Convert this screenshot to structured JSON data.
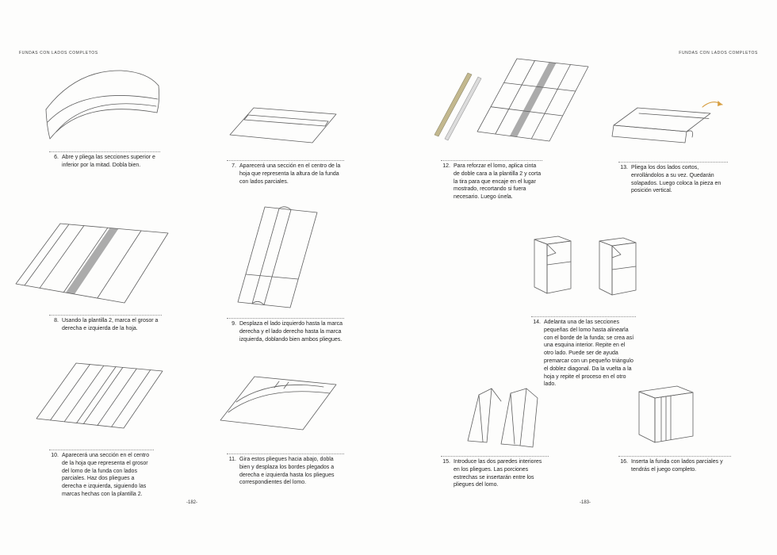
{
  "document": {
    "header_left": "FUNDAS CON LADOS COMPLETOS",
    "header_right": "FUNDAS CON LADOS COMPLETOS",
    "page_number_left": "-182-",
    "page_number_right": "-183-"
  },
  "colors": {
    "line": "#5f5f5f",
    "spine_strip_gray": "#ababab",
    "tape_strip_tan": "#c3b88e",
    "arrow_orange": "#d79f43"
  },
  "steps": [
    {
      "num": "6.",
      "text": "Abre y pliega las secciones superior e inferior por la mitad. Dobla bien."
    },
    {
      "num": "7.",
      "text": "Aparecerá una sección en el centro de la hoja que representa la altura de la funda con lados parciales."
    },
    {
      "num": "8.",
      "text": "Usando la plantilla 2, marca el grosor a derecha e izquierda de la hoja."
    },
    {
      "num": "9.",
      "text": "Desplaza el lado izquierdo hasta la marca derecha y el lado derecho hasta la marca izquierda, doblando bien ambos pliegues."
    },
    {
      "num": "10.",
      "text": "Aparecerá una sección en el centro de la hoja que representa el grosor del lomo de la funda con lados parciales. Haz dos pliegues a derecha e izquierda, siguiendo las marcas hechas con la plantilla 2."
    },
    {
      "num": "11.",
      "text": "Gira estos pliegues hacia abajo, dobla bien y desplaza los bordes plegados a derecha e izquierda hasta los pliegues correspondientes del lomo."
    },
    {
      "num": "12.",
      "text": "Para reforzar el lomo, aplica cinta de doble cara a la plantilla 2 y corta la tira para que encaje en el lugar mostrado, recortando si fuera necesario. Luego únela."
    },
    {
      "num": "13.",
      "text": "Pliega los dos lados cortos, enrollándolos a su vez. Quedarán solapados. Luego coloca la pieza en posición vertical."
    },
    {
      "num": "14.",
      "text": "Adelanta una de las secciones pequeñas del lomo hasta alinearla con el borde de la funda; se crea así una esquina interior. Repite en el otro lado. Puede ser de ayuda premarcar con un pequeño triángulo el doblez diagonal. Da la vuelta a la hoja y repite el proceso en el otro lado."
    },
    {
      "num": "15.",
      "text": "Introduce las dos paredes interiores en los pliegues. Las porciones estrechas se insertarán entre los pliegues del lomo."
    },
    {
      "num": "16.",
      "text": "Inserta la funda con lados parciales y tendrás el juego completo."
    }
  ]
}
